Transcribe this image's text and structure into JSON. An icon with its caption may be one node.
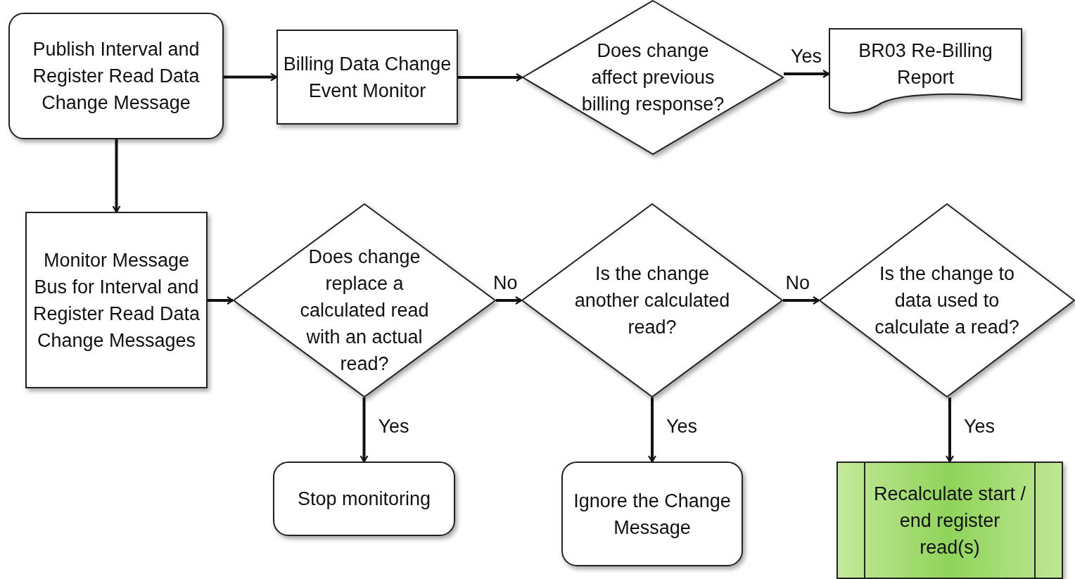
{
  "diagram": {
    "nodes": [
      {
        "text": [
          "Publish Interval and Register Read Data Change Message"
        ]
      },
      {
        "text": [
          "Billing Data Change Event Monitor"
        ]
      },
      {
        "text": [
          "Does change affect previous billing response?"
        ]
      },
      {
        "text": [
          "BR03 Re-Billing Report"
        ]
      },
      {
        "text": [
          "Monitor Message Bus for Interval and Register Read Data Change Messages"
        ]
      },
      {
        "text": [
          "Does change replace a calculated read with an actual read?"
        ]
      },
      {
        "text": [
          "Is the change another calculated read?"
        ]
      },
      {
        "text": [
          "Is the change to data used to calculate a read?"
        ]
      },
      {
        "text": [
          "Stop monitoring"
        ]
      },
      {
        "text": [
          "Ignore the Change Message"
        ]
      },
      {
        "text": [
          "Recalculate start / end register read(s)"
        ]
      }
    ],
    "edges": [
      {
        "from": 0,
        "to": 1,
        "arrow": "to"
      },
      {
        "from": 1,
        "to": 2,
        "arrow": "to"
      },
      {
        "from": 2,
        "to": 3,
        "arrow": "to",
        "label": "Yes"
      },
      {
        "from": 0,
        "to": 4,
        "arrow": "to"
      },
      {
        "from": 4,
        "to": 5,
        "arrow": "to"
      },
      {
        "from": 5,
        "to": 6,
        "arrow": "to",
        "label": "No"
      },
      {
        "from": 6,
        "to": 7,
        "arrow": "to",
        "label": "No"
      },
      {
        "from": 5,
        "to": 8,
        "arrow": "to",
        "label": "Yes"
      },
      {
        "from": 6,
        "to": 9,
        "arrow": "to",
        "label": "Yes"
      },
      {
        "from": 7,
        "to": 10,
        "arrow": "to",
        "label": "Yes"
      }
    ]
  }
}
